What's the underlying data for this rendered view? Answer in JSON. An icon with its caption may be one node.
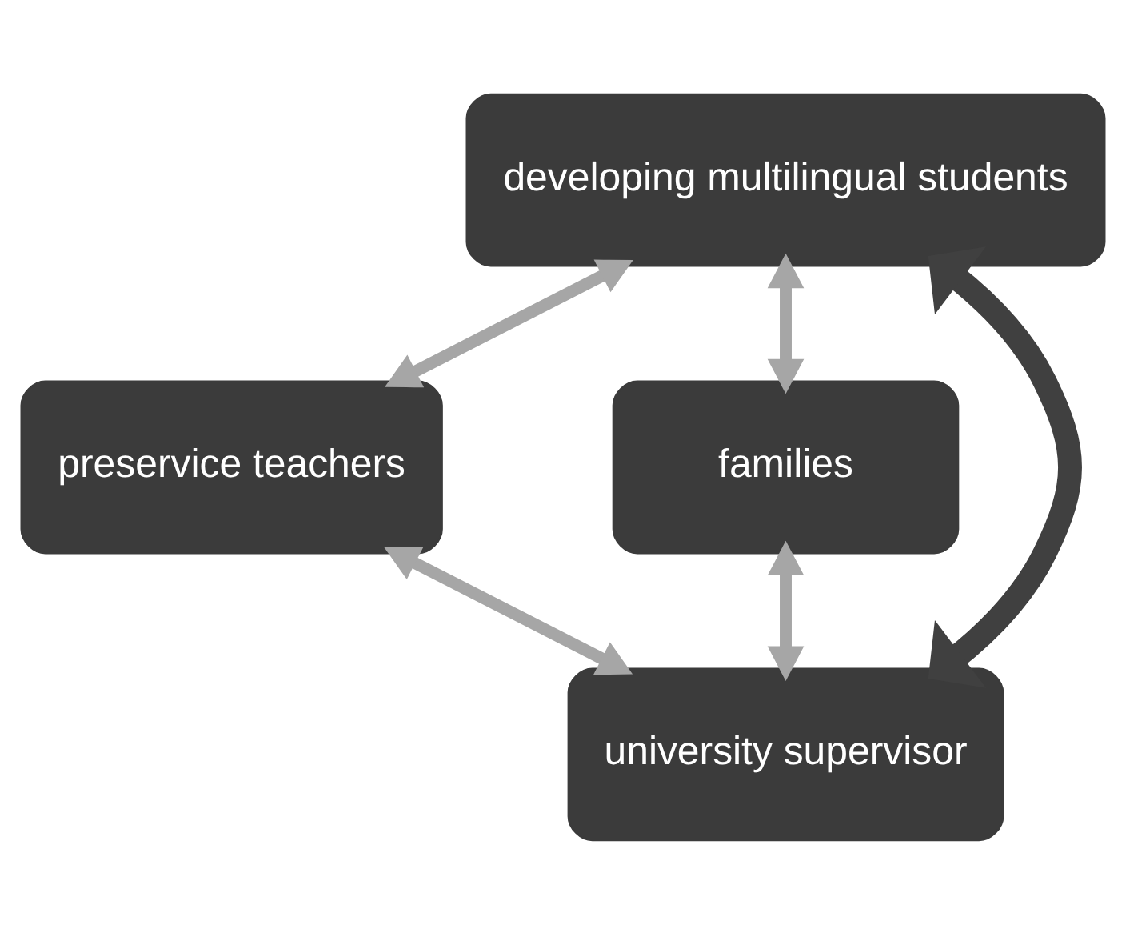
{
  "diagram": {
    "nodes": [
      {
        "text": [
          "developing multilingual students"
        ]
      },
      {
        "text": [
          "preservice teachers"
        ]
      },
      {
        "text": [
          "families"
        ]
      },
      {
        "text": [
          "university supervisor"
        ]
      }
    ],
    "edges": [
      {
        "from": 0,
        "to": 1,
        "arrow": "both"
      },
      {
        "from": 0,
        "to": 2,
        "arrow": "both"
      },
      {
        "from": 0,
        "to": 3,
        "arrow": "both",
        "style": "thick",
        "color": "#404040"
      },
      {
        "from": 1,
        "to": 3,
        "arrow": "both"
      },
      {
        "from": 2,
        "to": 3,
        "arrow": "both"
      }
    ]
  }
}
